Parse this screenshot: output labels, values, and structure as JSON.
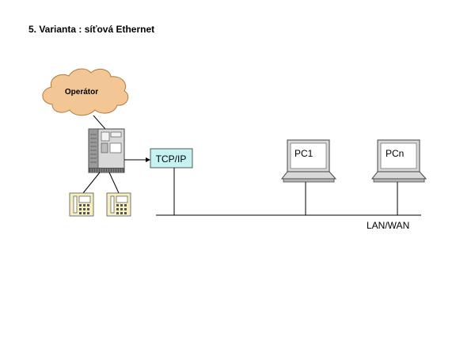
{
  "slide": {
    "title": "5. Varianta : síťová Ethernet"
  },
  "diagram": {
    "operator_label": "Operátor",
    "protocol_label": "TCP/IP",
    "network_label": "LAN/WAN",
    "computers": [
      {
        "label": "PC1"
      },
      {
        "label": "PCn"
      }
    ]
  },
  "colors": {
    "cloud_fill": "#f3c795",
    "cloud_stroke": "#b07a3c",
    "protocol_fill": "#c6f2f2",
    "phone_fill": "#f4eec0",
    "server_fill": "#d8d8d8",
    "line": "#000000"
  },
  "icons": {
    "operator": "cloud-icon",
    "switchboard": "server-cabinet-icon",
    "phones": "desk-phone-icon",
    "computers": "laptop-icon"
  }
}
